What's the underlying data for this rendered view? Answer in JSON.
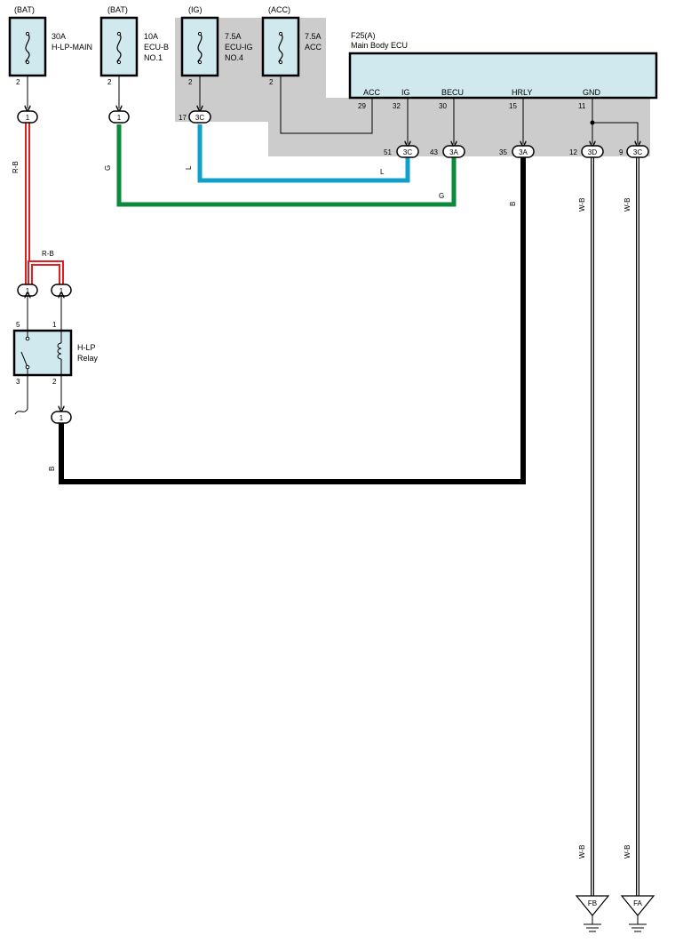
{
  "fuses": [
    {
      "source": "(BAT)",
      "rating": "30A",
      "name1": "H-LP-MAIN",
      "name2": "",
      "pin": "2"
    },
    {
      "source": "(BAT)",
      "rating": "10A",
      "name1": "ECU-B",
      "name2": "NO.1",
      "pin": "2"
    },
    {
      "source": "(IG)",
      "rating": "7.5A",
      "name1": "ECU-IG",
      "name2": "NO.4",
      "pin": "2"
    },
    {
      "source": "(ACC)",
      "rating": "7.5A",
      "name1": "ACC",
      "name2": "",
      "pin": "2"
    }
  ],
  "ecu": {
    "code": "F25(A)",
    "name": "Main Body ECU",
    "terminals": [
      {
        "name": "ACC",
        "pin": "29"
      },
      {
        "name": "IG",
        "pin": "32"
      },
      {
        "name": "BECU",
        "pin": "30"
      },
      {
        "name": "HRLY",
        "pin": "15"
      },
      {
        "name": "GND",
        "pin": "11"
      }
    ]
  },
  "connectors": {
    "c_hlp_main": "1",
    "c_ecub": "1",
    "c_ig_pin": "17",
    "c_ig": "3C",
    "c_ig_ecu_pin": "51",
    "c_ig_ecu": "3C",
    "c_becu_pin": "43",
    "c_becu": "3A",
    "c_hrly_pin": "35",
    "c_hrly": "3A",
    "c_gnd1_pin": "12",
    "c_gnd1": "3D",
    "c_gnd2_pin": "9",
    "c_gnd2": "3C",
    "c_relay_in1": "1",
    "c_relay_in2": "1",
    "c_relay_out": "1"
  },
  "relay": {
    "name1": "H-LP",
    "name2": "Relay",
    "pin5": "5",
    "pin1": "1",
    "pin3": "3",
    "pin2": "2"
  },
  "wires": {
    "rb_main": "R-B",
    "rb_branch": "R-B",
    "g_vert": "G",
    "g_horiz": "G",
    "l_vert": "L",
    "l_horiz": "L",
    "b_ecu": "B",
    "b_relay": "B",
    "wb1_top": "W-B",
    "wb2_top": "W-B",
    "wb1_bot": "W-B",
    "wb2_bot": "W-B"
  },
  "grounds": {
    "g1": "FB",
    "g2": "FA"
  },
  "colors": {
    "red": "#e02020",
    "green": "#0a8a3a",
    "blue": "#10a0cc",
    "black": "#000000",
    "box_fill": "#cfe9ef",
    "shade": "#cccccc"
  }
}
